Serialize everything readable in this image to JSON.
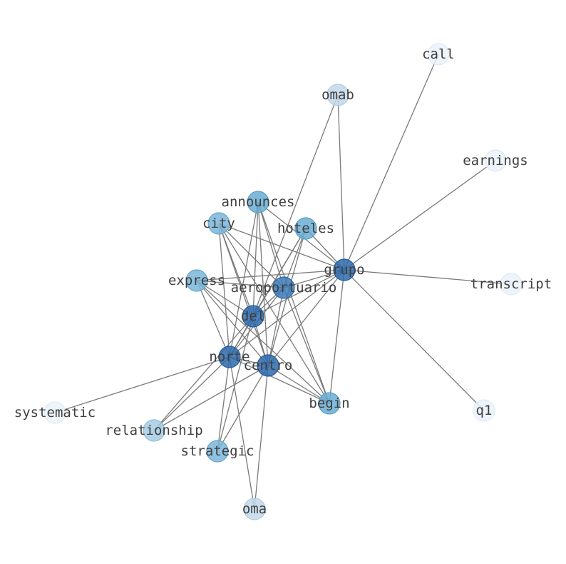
{
  "graph": {
    "nodes": [
      {
        "id": "call",
        "label": "call",
        "color": "#eaf2fa",
        "stroke": "#e0eaf4"
      },
      {
        "id": "omab",
        "label": "omab",
        "color": "#c3d8ea",
        "stroke": "#b3cbe0"
      },
      {
        "id": "earnings",
        "label": "earnings",
        "color": "#eaf2fa",
        "stroke": "#e0eaf4"
      },
      {
        "id": "announces",
        "label": "announces",
        "color": "#6aaed4",
        "stroke": "#5a9fc6"
      },
      {
        "id": "city",
        "label": "city",
        "color": "#7ab6d9",
        "stroke": "#69a6cb"
      },
      {
        "id": "hoteles",
        "label": "hoteles",
        "color": "#6aaed4",
        "stroke": "#5a9fc6"
      },
      {
        "id": "grupo",
        "label": "grupo",
        "color": "#2e6aad",
        "stroke": "#225b9b"
      },
      {
        "id": "express",
        "label": "express",
        "color": "#7ab6d9",
        "stroke": "#69a6cb"
      },
      {
        "id": "aeroportuario",
        "label": "aeroportuario",
        "color": "#3c7ab9",
        "stroke": "#2f6aa7"
      },
      {
        "id": "transcript",
        "label": "transcript",
        "color": "#eaf2fa",
        "stroke": "#e0eaf4"
      },
      {
        "id": "del",
        "label": "del",
        "color": "#2e6aad",
        "stroke": "#225b9b"
      },
      {
        "id": "norte",
        "label": "norte",
        "color": "#2e6aad",
        "stroke": "#225b9b"
      },
      {
        "id": "centro",
        "label": "centro",
        "color": "#2e6aad",
        "stroke": "#225b9b"
      },
      {
        "id": "begin",
        "label": "begin",
        "color": "#6aaed4",
        "stroke": "#5a9fc6"
      },
      {
        "id": "systematic",
        "label": "systematic",
        "color": "#eaf2fa",
        "stroke": "#e0eaf4"
      },
      {
        "id": "q1",
        "label": "q1",
        "color": "#eaf2fa",
        "stroke": "#e0eaf4"
      },
      {
        "id": "relationship",
        "label": "relationship",
        "color": "#a6cce4",
        "stroke": "#95bdd8"
      },
      {
        "id": "strategic",
        "label": "strategic",
        "color": "#7ab6d9",
        "stroke": "#69a6cb"
      },
      {
        "id": "oma",
        "label": "oma",
        "color": "#c3d8ea",
        "stroke": "#b3cbe0"
      }
    ],
    "edges": [
      [
        "grupo",
        "call"
      ],
      [
        "grupo",
        "omab"
      ],
      [
        "grupo",
        "earnings"
      ],
      [
        "grupo",
        "transcript"
      ],
      [
        "grupo",
        "q1"
      ],
      [
        "grupo",
        "announces"
      ],
      [
        "grupo",
        "city"
      ],
      [
        "grupo",
        "hoteles"
      ],
      [
        "grupo",
        "express"
      ],
      [
        "grupo",
        "aeroportuario"
      ],
      [
        "grupo",
        "del"
      ],
      [
        "grupo",
        "norte"
      ],
      [
        "grupo",
        "centro"
      ],
      [
        "grupo",
        "begin"
      ],
      [
        "omab",
        "del"
      ],
      [
        "announces",
        "aeroportuario"
      ],
      [
        "announces",
        "del"
      ],
      [
        "announces",
        "norte"
      ],
      [
        "announces",
        "centro"
      ],
      [
        "announces",
        "begin"
      ],
      [
        "city",
        "aeroportuario"
      ],
      [
        "city",
        "del"
      ],
      [
        "city",
        "norte"
      ],
      [
        "city",
        "centro"
      ],
      [
        "city",
        "begin"
      ],
      [
        "hoteles",
        "aeroportuario"
      ],
      [
        "hoteles",
        "del"
      ],
      [
        "hoteles",
        "norte"
      ],
      [
        "hoteles",
        "centro"
      ],
      [
        "express",
        "aeroportuario"
      ],
      [
        "express",
        "del"
      ],
      [
        "express",
        "norte"
      ],
      [
        "express",
        "centro"
      ],
      [
        "express",
        "begin"
      ],
      [
        "aeroportuario",
        "del"
      ],
      [
        "aeroportuario",
        "norte"
      ],
      [
        "aeroportuario",
        "centro"
      ],
      [
        "aeroportuario",
        "begin"
      ],
      [
        "del",
        "norte"
      ],
      [
        "del",
        "centro"
      ],
      [
        "del",
        "relationship"
      ],
      [
        "del",
        "strategic"
      ],
      [
        "norte",
        "centro"
      ],
      [
        "norte",
        "begin"
      ],
      [
        "norte",
        "systematic"
      ],
      [
        "norte",
        "relationship"
      ],
      [
        "norte",
        "strategic"
      ],
      [
        "norte",
        "oma"
      ],
      [
        "centro",
        "begin"
      ],
      [
        "centro",
        "relationship"
      ],
      [
        "centro",
        "strategic"
      ],
      [
        "centro",
        "oma"
      ]
    ]
  }
}
